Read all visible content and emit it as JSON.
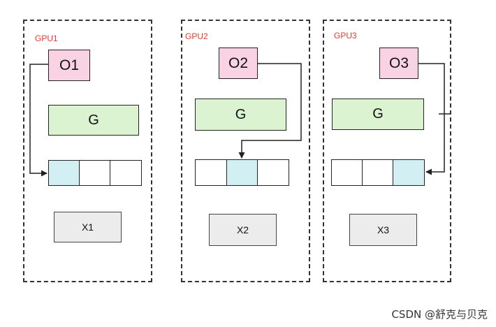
{
  "gpus": [
    {
      "label": "GPU1",
      "o": "O1",
      "g": "G",
      "x": "X1",
      "highlight_cell": 0
    },
    {
      "label": "GPU2",
      "o": "O2",
      "g": "G",
      "x": "X2",
      "highlight_cell": 1
    },
    {
      "label": "GPU3",
      "o": "O3",
      "g": "G",
      "x": "X3",
      "highlight_cell": 2
    }
  ],
  "watermark": "CSDN @舒克与贝克",
  "colors": {
    "gpu_label": "#e8392f",
    "o_fill": "#f9d3e4",
    "g_fill": "#dcf3d2",
    "x_fill": "#ececec",
    "highlight_cell": "#d2f0f4"
  }
}
